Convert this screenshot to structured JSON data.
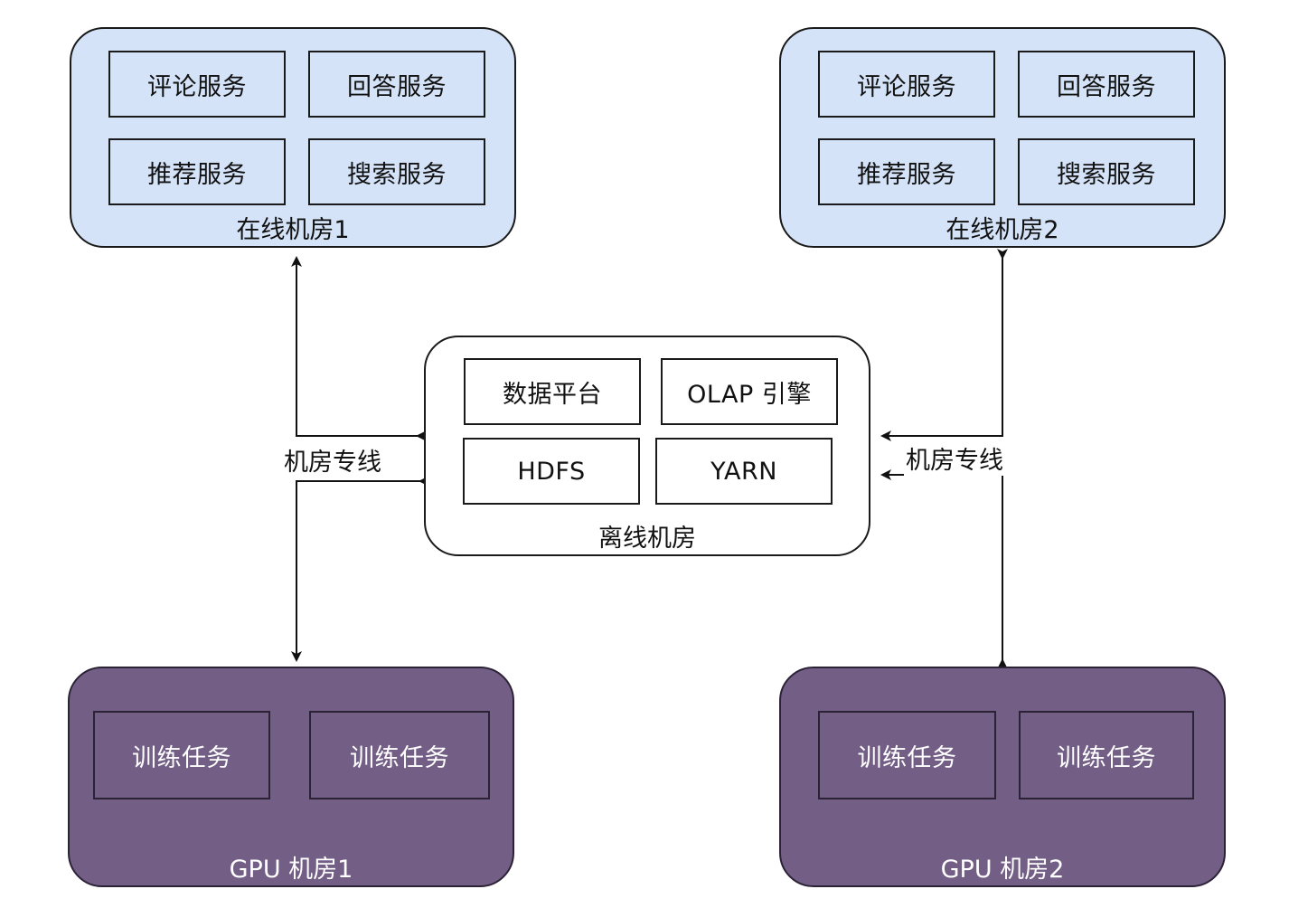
{
  "online1": {
    "label": "在线机房1",
    "services": [
      "评论服务",
      "回答服务",
      "推荐服务",
      "搜索服务"
    ]
  },
  "online2": {
    "label": "在线机房2",
    "services": [
      "评论服务",
      "回答服务",
      "推荐服务",
      "搜索服务"
    ]
  },
  "offline": {
    "label": "离线机房",
    "services": [
      "数据平台",
      "OLAP 引擎",
      "HDFS",
      "YARN"
    ]
  },
  "gpu1": {
    "label": "GPU 机房1",
    "tasks": [
      "训练任务",
      "训练任务"
    ]
  },
  "gpu2": {
    "label": "GPU 机房2",
    "tasks": [
      "训练任务",
      "训练任务"
    ]
  },
  "links": {
    "left": "机房专线",
    "right": "机房专线"
  },
  "colors": {
    "online_fill": "#d4e3f8",
    "gpu_fill": "#735f86",
    "offline_fill": "#ffffff",
    "stroke": "#1a1a1a"
  }
}
